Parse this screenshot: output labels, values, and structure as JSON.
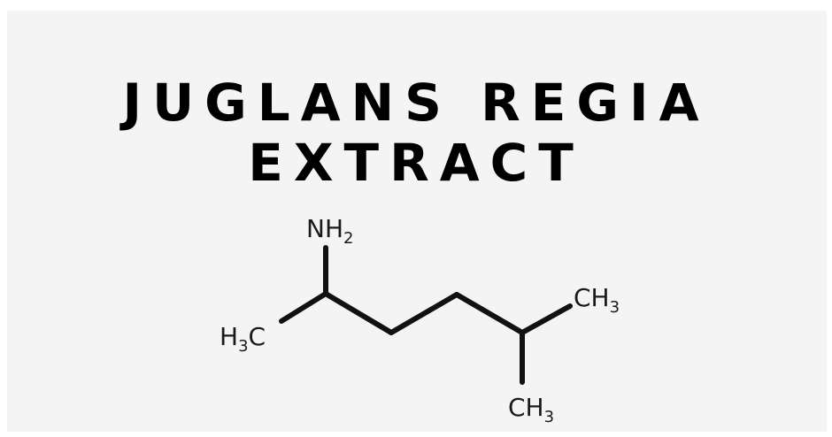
{
  "title": {
    "line1": "JUGLANS REGIA",
    "line2": "EXTRACT"
  },
  "molecule": {
    "groups": {
      "amine": {
        "main": "NH",
        "sub": "2"
      },
      "left_methyl": {
        "main_pre": "H",
        "sub": "3",
        "main_post": "C"
      },
      "right_methyl": {
        "main": "CH",
        "sub": "3"
      },
      "bottom_methyl": {
        "main": "CH",
        "sub": "3"
      }
    }
  },
  "colors": {
    "background": "#f4f4f4",
    "frame": "#ffffff",
    "ink": "#000000"
  }
}
